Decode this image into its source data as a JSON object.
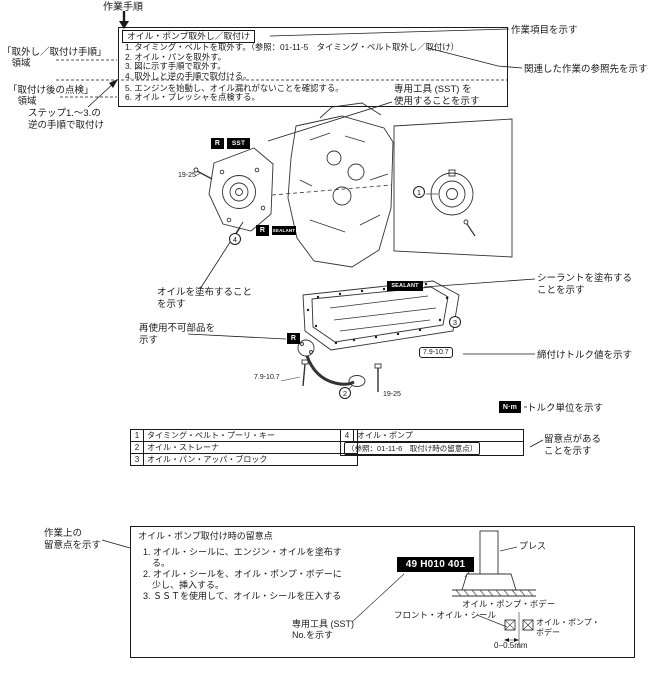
{
  "header": {
    "work_procedure": "作業手順",
    "box_title": "オイル・ポンプ取外し／取付け",
    "steps": [
      "1. タイミング・ベルトを取外す。（参照：01-11-5　タイミング・ベルト取外し／取付け）",
      "2. オイル・パンを取外す。",
      "3. 図に示す手順で取外す。",
      "4. 取外しと逆の手順で取付ける。",
      "5. エンジンを始動し、オイル漏れがないことを確認する。",
      "6. オイル・プレッシャを点検する。"
    ],
    "left_label_removal": "「取外し／取付け手順」\n　領域",
    "left_label_inspection": "「取付け後の点検」\n　領域",
    "left_label_reverse": "ステップ1.～3.の\n逆の手順で取付け",
    "right_label_work_item": "作業項目を示す",
    "right_label_reference": "関連した作業の参照先を示す",
    "label_sst_usage": "専用工具 (SST) を\n使用することを示す"
  },
  "diagram": {
    "badge_r": "R",
    "badge_sst": "SST",
    "badge_sealant": "SEALANT",
    "badge_unit": "N·m",
    "torque_1": "19-25",
    "torque_2": "7.9-10.7",
    "torque_3": "7.9-10.7",
    "torque_4": "19-25",
    "callout_1": "1",
    "callout_2": "2",
    "callout_3": "3",
    "callout_4": "4",
    "label_apply_oil": "オイルを塗布すること\nを示す",
    "label_non_reusable": "再使用不可部品を\n示す",
    "label_sealant": "シーラントを塗布する\nことを示す",
    "label_torque": "締付けトルク値を示す",
    "label_torque_unit": "トルク単位を示す"
  },
  "parts_tables": {
    "left": [
      {
        "num": "1",
        "name": "タイミング・ベルト・プーリ・キー"
      },
      {
        "num": "2",
        "name": "オイル・ストレーナ"
      },
      {
        "num": "3",
        "name": "オイル・パン・アッパ・ブロック"
      }
    ],
    "right": {
      "num": "4",
      "name": "オイル・ポンプ",
      "note": "（参照：01-11-6　取付け時の留意点）"
    },
    "label_note": "留意点がある\nことを示す"
  },
  "notes": {
    "label_pointer": "作業上の\n留意点を示す",
    "title": "オイル・ポンプ取付け時の留意点",
    "steps": "1. オイル・シールに、エンジン・オイルを塗布す\n　る。\n2. オイル・シールを、オイル・ポンプ・ボデーに\n　少し、挿入する。\n3. ＳＳＴを使用して、オイル・シールを圧入する",
    "sst_number": "49 H010 401",
    "label_press": "プレス",
    "label_pump_body": "オイル・ポンプ・ボデー",
    "label_front_seal": "フロント・オイル・シール",
    "label_sst_no": "専用工具 (SST)\nNo.を示す",
    "label_pump_body_2": "オイル・ポンプ・\nボデー",
    "dimension": "0−0.5mm"
  }
}
